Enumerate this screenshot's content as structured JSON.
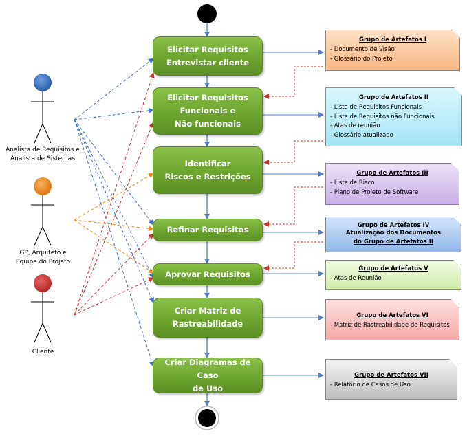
{
  "actors": [
    {
      "id": "analista",
      "label": "Analista de Requisitos e\nAnalista de Sistemas",
      "color": "#3a72c4"
    },
    {
      "id": "gp",
      "label": "GP, Arquiteto e\nEquipe do Projeto",
      "color": "#f0881f"
    },
    {
      "id": "cliente",
      "label": "Cliente",
      "color": "#c8302e"
    }
  ],
  "activities": [
    {
      "id": "a1",
      "label": "Elicitar Requisitos\nEntrevistar cliente"
    },
    {
      "id": "a2",
      "label": "Elicitar Requisitos\nFuncionais e\nNão funcionais"
    },
    {
      "id": "a3",
      "label": "Identificar\nRiscos e Restrições"
    },
    {
      "id": "a4",
      "label": "Refinar Requisitos"
    },
    {
      "id": "a5",
      "label": "Aprovar Requisitos"
    },
    {
      "id": "a6",
      "label": "Criar Matriz de\nRastreabilidade"
    },
    {
      "id": "a7",
      "label": "Criar Diagramas de Caso\nde Uso"
    }
  ],
  "artifacts": [
    {
      "title": "Grupo de Artefatos I",
      "items": [
        "- Documento de Visão",
        "- Glossário do Projeto"
      ],
      "color": "#fcc89b"
    },
    {
      "title": "Grupo de Artefatos II",
      "items": [
        "- Lista de Requisitos Funcionais",
        "- Lista de Requisitos não Funcionais",
        "- Atas de reunião",
        "- Glossário atualizado"
      ],
      "color": "#b7edf7"
    },
    {
      "title": "Grupo de Artefatos III",
      "items": [
        "- Lista de Risco",
        "- Plano de Projeto de Software"
      ],
      "color": "#d9c6ec"
    },
    {
      "title": "Grupo de Artefatos IV",
      "items": [
        "Atualização dos Documentos",
        "do Grupo de Artefatos II"
      ],
      "color": "#aecbf0"
    },
    {
      "title": "Grupo de Artefatos V",
      "items": [
        "- Atas de Reunião"
      ],
      "color": "#dff3c2"
    },
    {
      "title": "Grupo de Artefatos VI",
      "items": [
        "- Matriz de Rastreabilidade de Requisitos"
      ],
      "color": "#f9c5c4"
    },
    {
      "title": "Grupo de Artefatos VII",
      "items": [
        "- Relatório de Casos de Uso"
      ],
      "color": "#d8d8d8"
    }
  ],
  "colors": {
    "analista_link": "#3a72c4",
    "gp_link": "#f0881f",
    "cliente_link": "#c8302e",
    "flow": "#4f7fc2",
    "feedback": "#c0392b"
  }
}
